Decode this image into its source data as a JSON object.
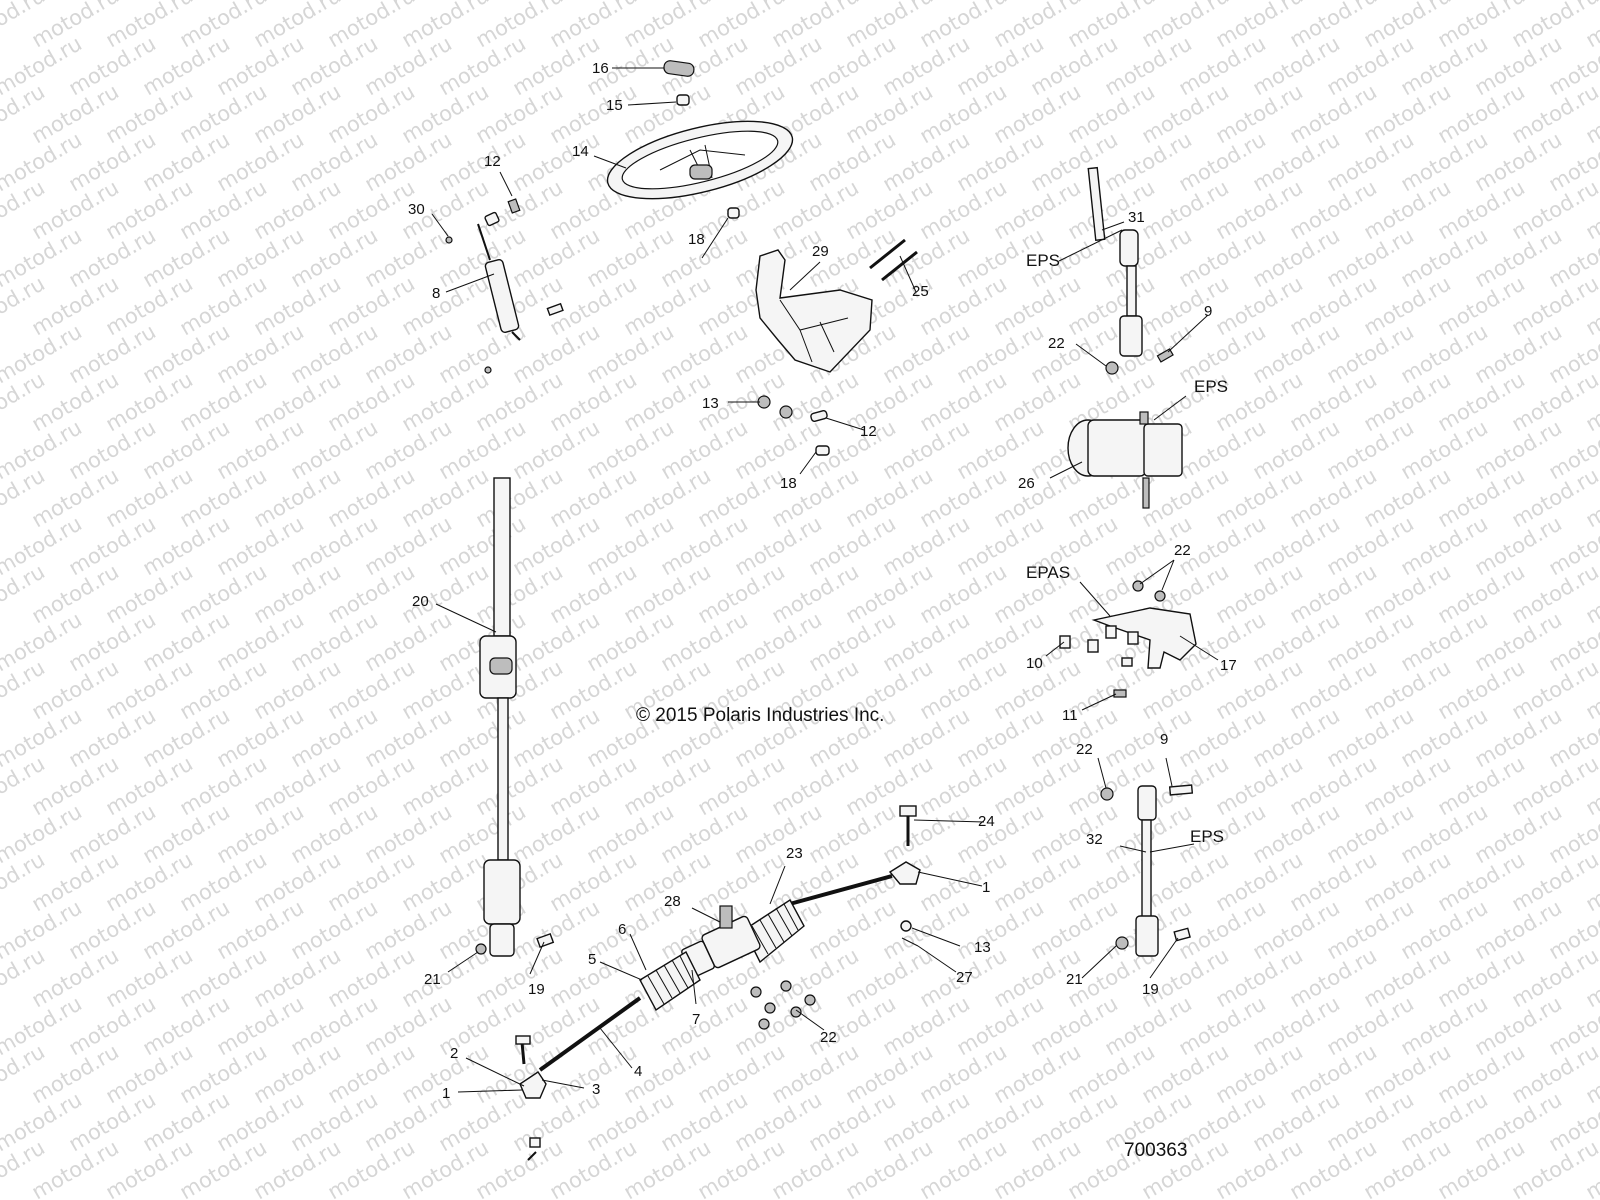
{
  "watermark": "motod.ru",
  "copyright": "© 2015 Polaris Industries Inc.",
  "figure_number": "700363",
  "parts": [
    {
      "id": "p16",
      "name": "steering-wheel-cap",
      "label": "16"
    },
    {
      "id": "p15",
      "name": "wheel-nut",
      "label": "15"
    },
    {
      "id": "p14",
      "name": "steering-wheel",
      "label": "14"
    },
    {
      "id": "p12a",
      "name": "screw-upper",
      "label": "12"
    },
    {
      "id": "p30",
      "name": "small-part",
      "label": "30"
    },
    {
      "id": "p8",
      "name": "gas-strut",
      "label": "8"
    },
    {
      "id": "p18a",
      "name": "pin-upper",
      "label": "18"
    },
    {
      "id": "p29",
      "name": "column-bracket",
      "label": "29"
    },
    {
      "id": "p25",
      "name": "long-bolts",
      "label": "25"
    },
    {
      "id": "p13a",
      "name": "nut-bracket",
      "label": "13"
    },
    {
      "id": "p12b",
      "name": "screw-bracket",
      "label": "12"
    },
    {
      "id": "p18b",
      "name": "pin-lower",
      "label": "18"
    },
    {
      "id": "p31",
      "name": "eps-steering-shaft",
      "label": "31"
    },
    {
      "id": "p9a",
      "name": "eps-bolt-upper",
      "label": "9"
    },
    {
      "id": "p22a",
      "name": "eps-nut-upper",
      "label": "22"
    },
    {
      "id": "p26",
      "name": "eps-motor-unit",
      "label": "26"
    },
    {
      "id": "p22b",
      "name": "epas-nuts",
      "label": "22"
    },
    {
      "id": "p10",
      "name": "epas-bolts",
      "label": "10"
    },
    {
      "id": "p17",
      "name": "epas-bracket",
      "label": "17"
    },
    {
      "id": "p11",
      "name": "epas-bolt",
      "label": "11"
    },
    {
      "id": "p20",
      "name": "steering-column-shaft",
      "label": "20"
    },
    {
      "id": "p21a",
      "name": "column-nut",
      "label": "21"
    },
    {
      "id": "p19a",
      "name": "column-bolt",
      "label": "19"
    },
    {
      "id": "p22c",
      "name": "eps-nut-lower",
      "label": "22"
    },
    {
      "id": "p9b",
      "name": "eps-bolt-lower",
      "label": "9"
    },
    {
      "id": "p32",
      "name": "eps-lower-shaft",
      "label": "32"
    },
    {
      "id": "p21b",
      "name": "eps-lower-nut",
      "label": "21"
    },
    {
      "id": "p19b",
      "name": "eps-lower-bolt",
      "label": "19"
    },
    {
      "id": "p24",
      "name": "tie-rod-bolt",
      "label": "24"
    },
    {
      "id": "p23",
      "name": "rack-boot-right",
      "label": "23"
    },
    {
      "id": "p1a",
      "name": "tie-rod-end-right",
      "label": "1"
    },
    {
      "id": "p28",
      "name": "pinion-housing",
      "label": "28"
    },
    {
      "id": "p13b",
      "name": "nut-tie-rod",
      "label": "13"
    },
    {
      "id": "p27",
      "name": "cotter-pin",
      "label": "27"
    },
    {
      "id": "p6",
      "name": "boot-clamp",
      "label": "6"
    },
    {
      "id": "p5",
      "name": "rack-boot-left",
      "label": "5"
    },
    {
      "id": "p7",
      "name": "rack-clamp",
      "label": "7"
    },
    {
      "id": "p22d",
      "name": "rack-mount-nuts",
      "label": "22"
    },
    {
      "id": "p2",
      "name": "tie-rod-bolt-left",
      "label": "2"
    },
    {
      "id": "p4",
      "name": "tie-rod-left",
      "label": "4"
    },
    {
      "id": "p3",
      "name": "jam-nut",
      "label": "3"
    },
    {
      "id": "p1b",
      "name": "tie-rod-end-left",
      "label": "1"
    }
  ],
  "variant_tags": [
    {
      "id": "t1",
      "label": "EPS"
    },
    {
      "id": "t2",
      "label": "EPS"
    },
    {
      "id": "t3",
      "label": "EPAS"
    },
    {
      "id": "t4",
      "label": "EPS"
    }
  ]
}
